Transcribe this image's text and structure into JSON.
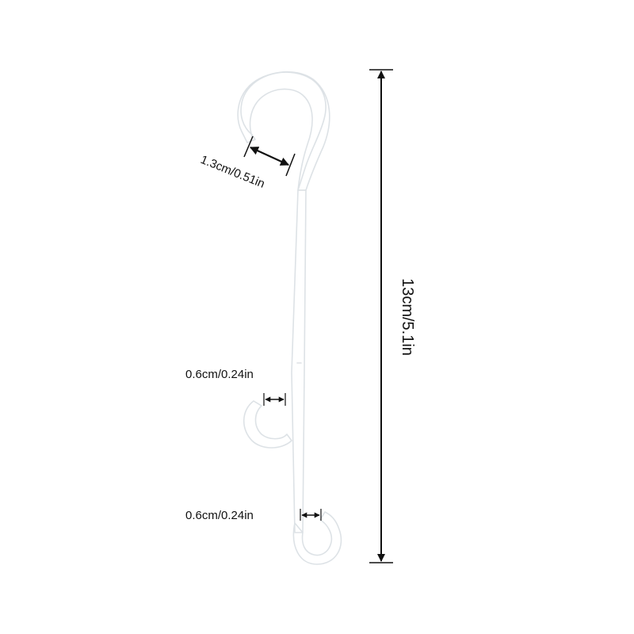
{
  "dimensions": {
    "top_hook_width": "1.3cm/0.51in",
    "middle_hook_gap": "0.6cm/0.24in",
    "bottom_hook_gap": "0.6cm/0.24in",
    "total_length": "13cm/5.1in"
  },
  "colors": {
    "background": "#ffffff",
    "hook": "#fbfcfd",
    "hook_outline": "#dde2e6",
    "dimension_line": "#111111"
  }
}
